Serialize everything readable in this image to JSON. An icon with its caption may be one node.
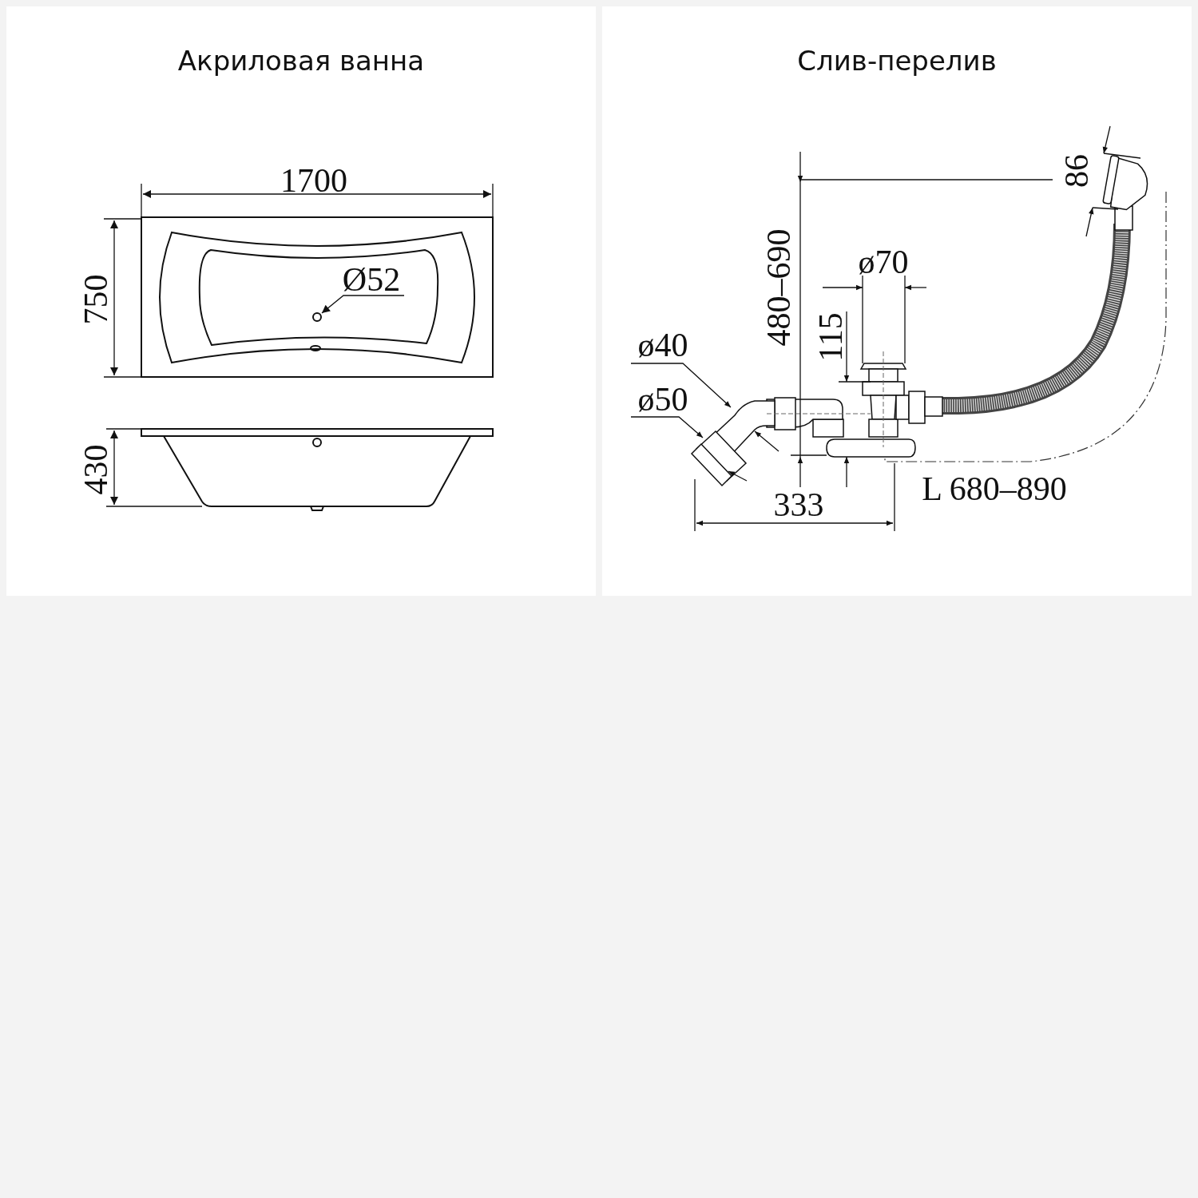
{
  "diagram": {
    "nodes": [
      {
        "text": [
          "Акриловая ванна"
        ]
      },
      {
        "text": [
          "Слив-перелив"
        ]
      }
    ],
    "labels": [
      "1700",
      "Ø52",
      "750",
      "430",
      "86",
      "480–690",
      "ø70",
      "115",
      "ø40",
      "ø50",
      "L 680–890",
      "333"
    ]
  }
}
